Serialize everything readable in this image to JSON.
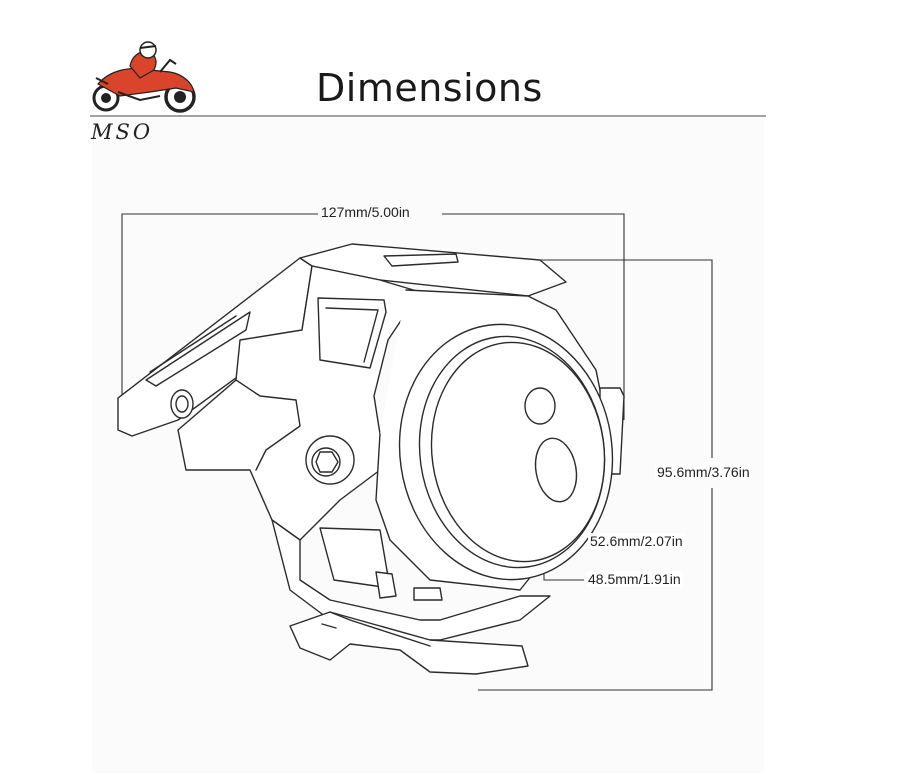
{
  "header": {
    "title": "Dimensions",
    "logo_text": "MSO"
  },
  "dimensions": {
    "width": "127mm/5.00in",
    "height": "95.6mm/3.76in",
    "lens_outer": "52.6mm/2.07in",
    "lens_inner": "48.5mm/1.91in"
  },
  "colors": {
    "logo_accent": "#d9442a",
    "line": "#333333",
    "body_fill": "#ffffff",
    "panel_bg": "#fbfbfb"
  },
  "icons": {
    "logo": "motorcycle-rider-icon",
    "product": "motorcycle-led-spotlight-icon"
  }
}
